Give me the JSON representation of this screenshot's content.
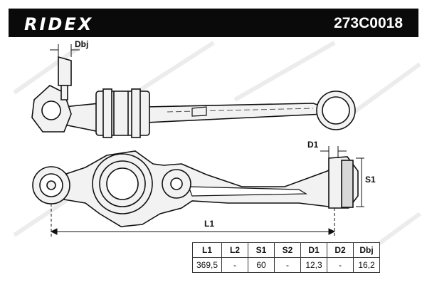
{
  "header": {
    "brand": "RIDEX",
    "part_number": "273C0018"
  },
  "dimension_labels": {
    "dbj": "Dbj",
    "d1": "D1",
    "s1": "S1",
    "l1": "L1"
  },
  "spec_table": {
    "headers": [
      "L1",
      "L2",
      "S1",
      "S2",
      "D1",
      "D2",
      "Dbj"
    ],
    "values": [
      "369,5",
      "-",
      "60",
      "-",
      "12,3",
      "-",
      "16,2"
    ]
  },
  "colors": {
    "header_bg": "#0a0a0a",
    "part_fill": "#f2f2f2",
    "outline": "#111111"
  }
}
